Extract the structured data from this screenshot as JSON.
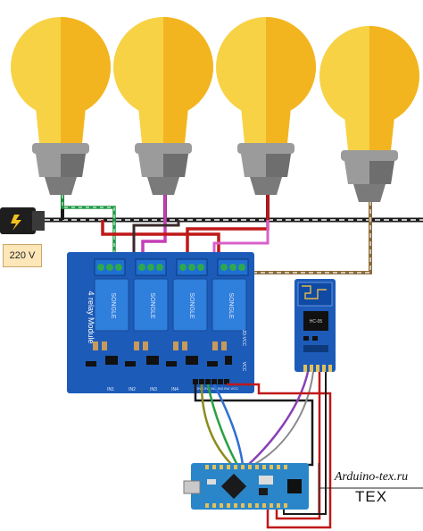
{
  "voltage_label": "220 V",
  "module": {
    "title": "4 relay Module",
    "brand": "SONGLE",
    "inputs": [
      "IN1",
      "IN2",
      "IN3",
      "IN4"
    ],
    "pins": "GND IN1 IN2 IN3 IN4 VCC",
    "jumper": "JD-VCC",
    "vcc": "VCC"
  },
  "bluetooth": {
    "chip": "HC-05"
  },
  "watermark": {
    "site": "Arduino-tex.ru",
    "logo": "TEX"
  },
  "colors": {
    "bulb_light": "#f7d245",
    "bulb_dark": "#f2b51f",
    "socket_light": "#9b9b9b",
    "socket_dark": "#6e6e6e",
    "board_blue": "#1d5bb8",
    "relay_blue": "#2f7fdc",
    "arduino_blue": "#2a86c8"
  }
}
